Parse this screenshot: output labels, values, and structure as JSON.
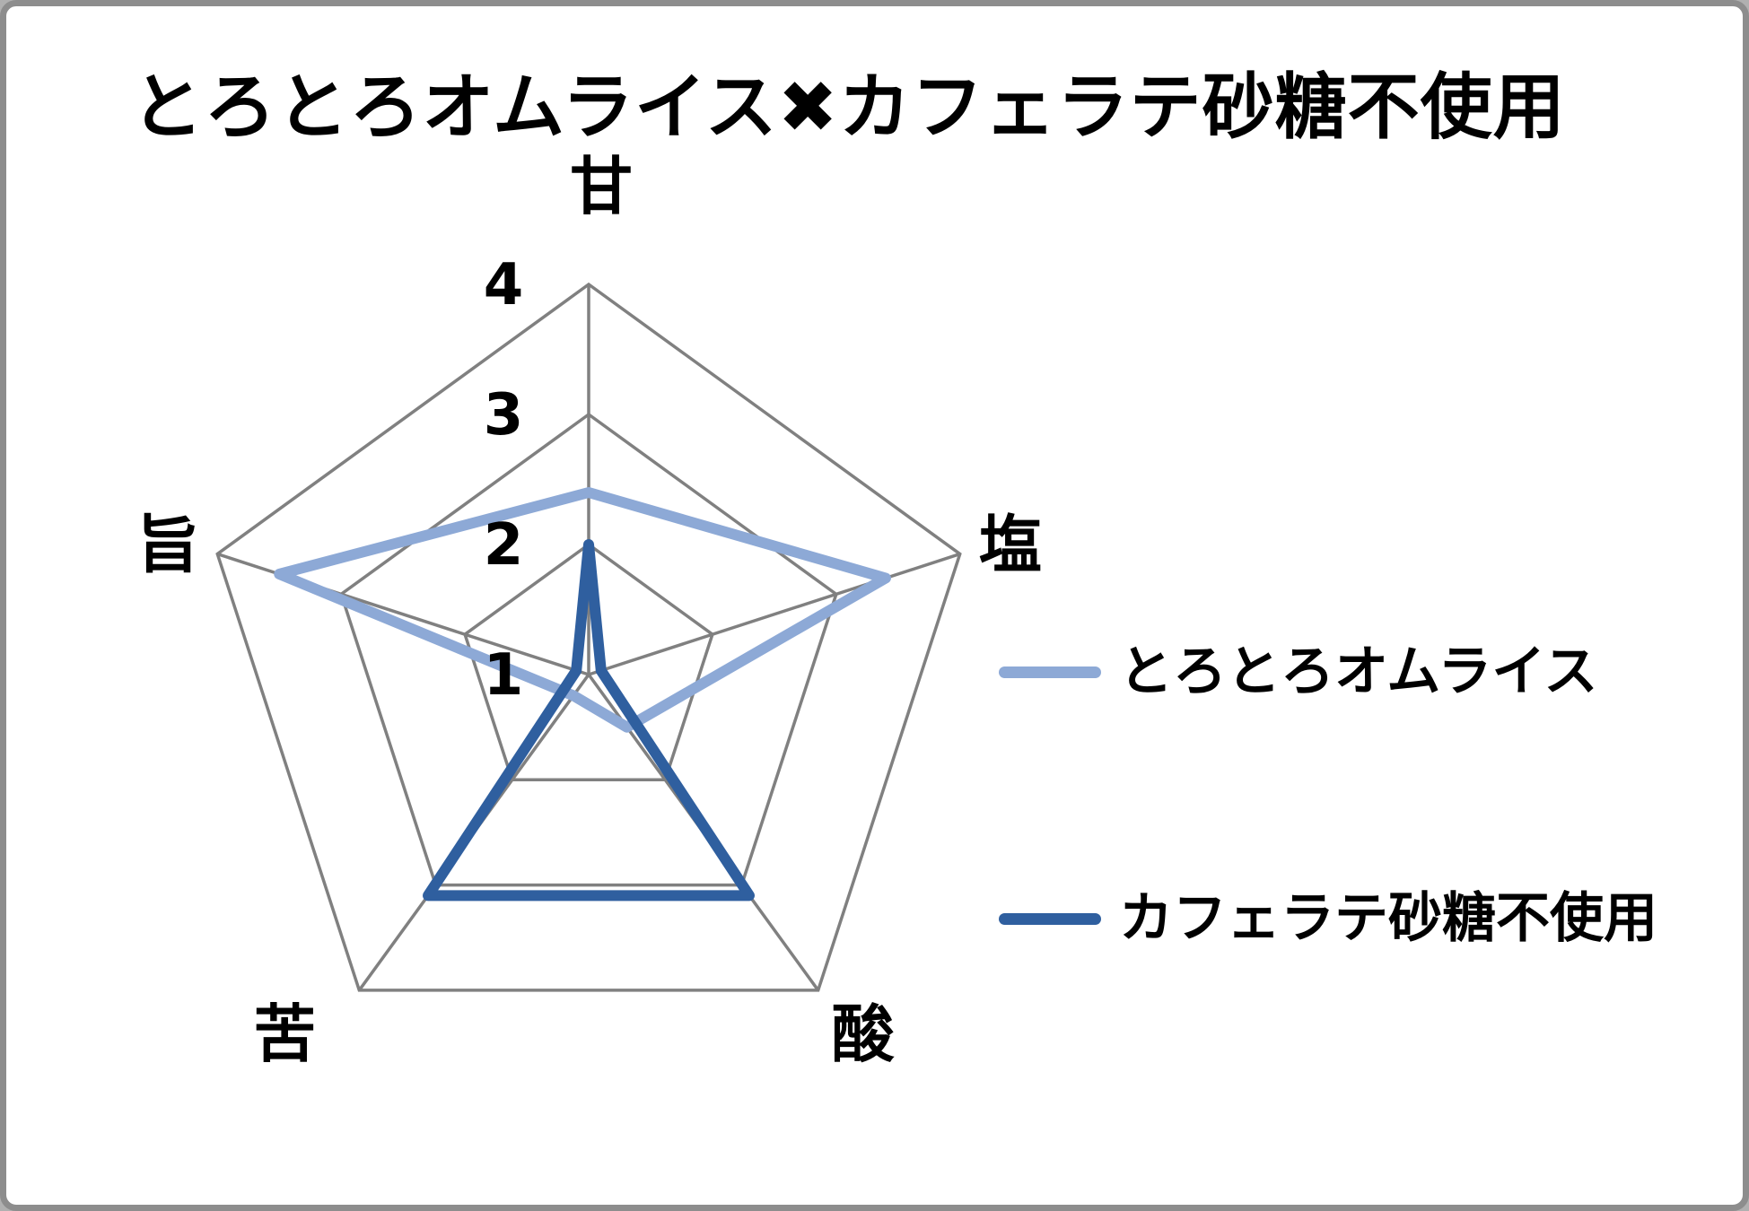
{
  "window": {
    "background": "#ffffff",
    "frame_border_color": "#8d8d8d"
  },
  "title": "とろとろオムライス✖カフェラテ砂糖不使用",
  "chart_data": {
    "type": "radar",
    "categories": [
      "甘",
      "塩",
      "酸",
      "苦",
      "旨"
    ],
    "series": [
      {
        "name": "とろとろオムライス",
        "color": "#8da9d6",
        "values": [
          2.4,
          3.4,
          1.5,
          1.2,
          3.5
        ]
      },
      {
        "name": "カフェラテ砂糖不使用",
        "color": "#2f5f9f",
        "values": [
          2.0,
          1.1,
          3.1,
          3.1,
          1.1
        ]
      }
    ],
    "scale": {
      "min": 1,
      "max": 4,
      "ticks": [
        1,
        2,
        3,
        4
      ]
    },
    "grid_color": "#808080",
    "axis_label_color": "#000000",
    "tick_label_color": "#000000",
    "legend_position": "right",
    "grid_shape": "pentagon",
    "fill": "none"
  }
}
